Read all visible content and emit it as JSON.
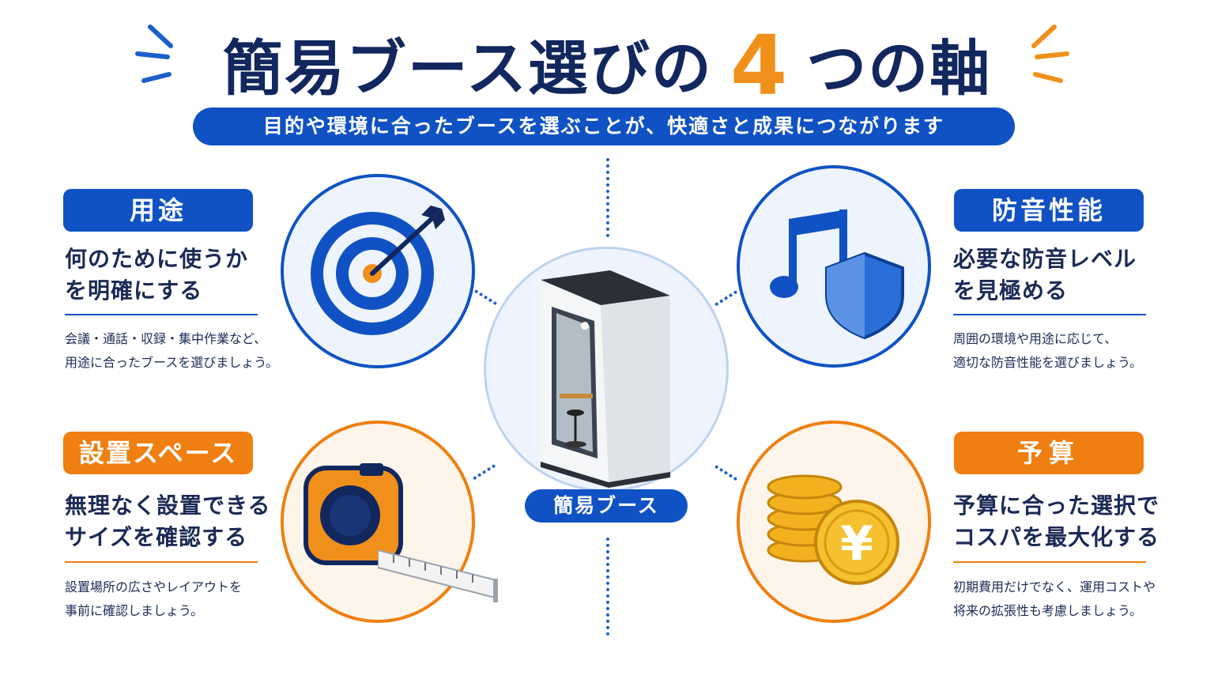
{
  "title": {
    "before": "簡易ブース選びの",
    "number": "4",
    "after": "つの軸"
  },
  "subtitle": "目的や環境に合ったブースを選ぶことが、快適さと成果につながります",
  "center": {
    "label": "簡易ブース"
  },
  "axes": [
    {
      "tag": "用途",
      "heading_line1": "何のために使うか",
      "heading_line2": "を明確にする",
      "desc_line1": "会議・通話・収録・集中作業など、",
      "desc_line2": "用途に合ったブースを選びましょう。",
      "icon": "target-icon",
      "color": "#1052c4"
    },
    {
      "tag": "防音性能",
      "heading_line1": "必要な防音レベル",
      "heading_line2": "を見極める",
      "desc_line1": "周囲の環境や用途に応じて、",
      "desc_line2": "適切な防音性能を選びましょう。",
      "icon": "music-note-shield-icon",
      "color": "#1052c4"
    },
    {
      "tag": "設置スペース",
      "heading_line1": "無理なく設置できる",
      "heading_line2": "サイズを確認する",
      "desc_line1": "設置場所の広さやレイアウトを",
      "desc_line2": "事前に確認しましょう。",
      "icon": "tape-measure-icon",
      "color": "#ef7f10"
    },
    {
      "tag": "予算",
      "heading_line1": "予算に合った選択で",
      "heading_line2": "コスパを最大化する",
      "desc_line1": "初期費用だけでなく、運用コストや",
      "desc_line2": "将来の拡張性も考慮しましょう。",
      "icon": "yen-coins-icon",
      "color": "#ef7f10"
    }
  ]
}
